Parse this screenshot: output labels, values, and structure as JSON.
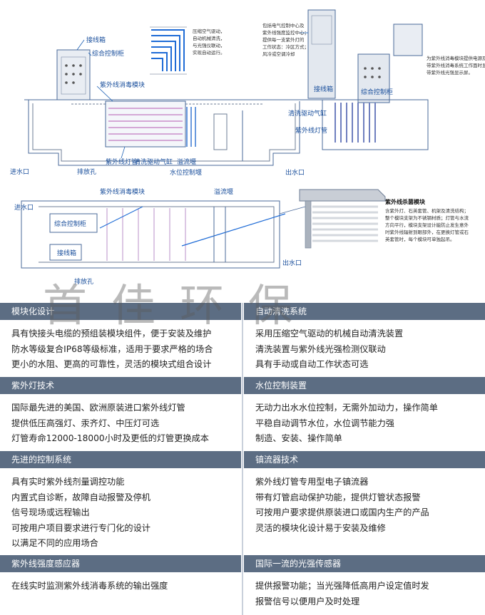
{
  "diagram": {
    "front_view": {
      "junction_box": "接线箱",
      "control_cabinet": "综合控制柜",
      "uv_module": "紫外线消毒模块",
      "uv_lamp": "紫外线灯管",
      "clean_cylinder": "清洗驱动气缸",
      "overflow_weir": "溢流堰",
      "level_weir": "水位控制堰",
      "inlet": "进水口",
      "drain": "排放孔",
      "outlet": "出水口",
      "callout_lines": [
        "压缩空气驱动，",
        "自动机械清洗，",
        "与光强仪联动，",
        "实现自动运行。"
      ]
    },
    "side_view": {
      "callout_lines": [
        "包括电气控制中心及",
        "紫外线强度监控中心；",
        "提供每一支紫外灯的",
        "工作状态：冷区方式；",
        "风冷或空调冷却"
      ],
      "callout2_lines": [
        "为紫外线消毒模块提供电源及控制，",
        "带紫外线消毒系统工作面时显示，",
        "带紫外线光强显示屏。"
      ],
      "junction_box": "接线箱",
      "control_cabinet": "综合控制柜",
      "clean_cylinder": "清洗驱动气缸",
      "uv_lamp": "紫外线灯管"
    },
    "top_view": {
      "uv_module": "紫外线消毒模块",
      "overflow_weir": "溢流堰",
      "inlet": "进水口",
      "control_cabinet": "综合控制柜",
      "junction_box": "接线箱",
      "drain": "排放孔",
      "outlet": "出水口"
    },
    "module_callout": {
      "title": "紫外线杀菌模块",
      "lines": [
        "含紫外灯、石英套管、机架及清洗结构；",
        "整个模块支架为不锈钢材质；灯管与水流",
        "方向平行，模块支架设计能防止发生意外",
        "时紫外线辐射到眼部外，在更换灯管或石",
        "英套管时，每个模块可单独起吊。"
      ]
    }
  },
  "watermark": "首佳环保",
  "features": [
    {
      "left": {
        "title": "模块化设计",
        "lines": [
          "具有快接头电缆的预组装模块组件，便于安装及维护",
          "防水等级复合IP68等级标准，适用于要求严格的场合",
          "更小的水阻、更高的可靠性，灵活的模块式组合设计"
        ]
      },
      "right": {
        "title": "自动清洗系统",
        "lines": [
          "采用压缩空气驱动的机械自动清洗装置",
          "清洗装置与紫外线光强检测仪联动",
          "具有手动或自动工作状态可选"
        ]
      }
    },
    {
      "left": {
        "title": "紫外灯技术",
        "lines": [
          "国际最先进的美国、欧洲原装进口紫外线灯管",
          "提供低压高强灯、汞齐灯、中压灯可选",
          "灯管寿命12000-18000小时及更低的灯管更换成本"
        ]
      },
      "right": {
        "title": "水位控制装置",
        "lines": [
          "无动力出水水位控制，无需外加动力，操作简单",
          "平稳自动调节水位，水位调节能力强",
          "制造、安装、操作简单"
        ]
      }
    },
    {
      "left": {
        "title": "先进的控制系统",
        "lines": [
          "具有实时紫外线剂量调控功能",
          "内置式自诊断，故障自动报警及停机",
          "信号现场或远程输出",
          "可按用户项目要求进行专门化的设计",
          "以满足不同的应用场合"
        ]
      },
      "right": {
        "title": "镇流器技术",
        "lines": [
          "紫外线灯管专用型电子镇流器",
          "带有灯管启动保护功能，提供灯管状态报警",
          "可按用户要求提供原装进口或国内生产的产品",
          "灵活的模块化设计易于安装及维修"
        ]
      }
    },
    {
      "left": {
        "title": "紫外线强度感应器",
        "lines": [
          "在线实时监测紫外线消毒系统的输出强度"
        ]
      },
      "right": {
        "title": "国际一流的光强传感器",
        "lines": [
          "提供报警功能；当光强降低高用户设定值时发",
          "报警信号以便用户及时处理"
        ]
      }
    }
  ]
}
